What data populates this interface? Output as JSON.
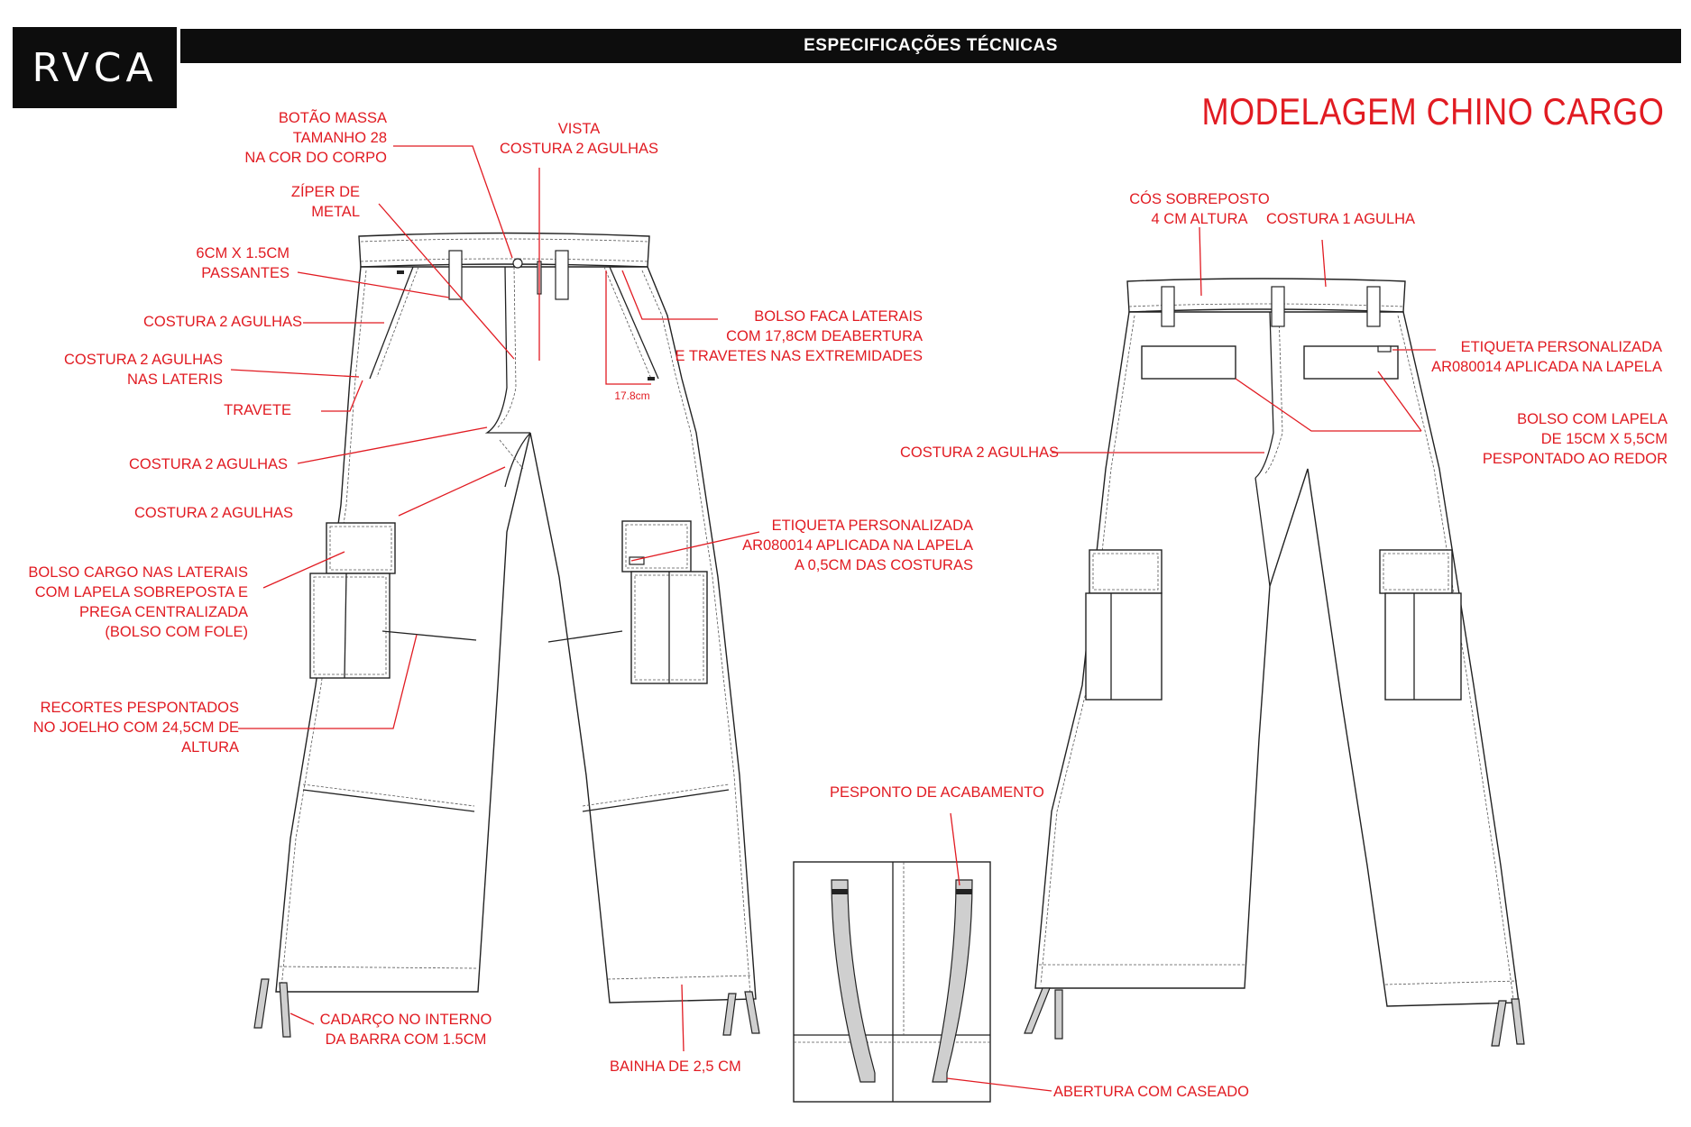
{
  "header": {
    "logo_text": "RVCA",
    "bar_title": "ESPECIFICAÇÕES TÉCNICAS",
    "main_title": "MODELAGEM CHINO CARGO"
  },
  "front_labels": {
    "botao": "BOTÃO MASSA\nTAMANHO 28\nNA COR DO CORPO",
    "vista": "VISTA\nCOSTURA 2 AGULHAS",
    "ziper": "ZÍPER DE\nMETAL",
    "passantes": "6CM X 1.5CM\nPASSANTES",
    "costura_2_agulhas_1": "COSTURA 2 AGULHAS",
    "costura_laterais": "COSTURA 2 AGULHAS\nNAS LATERIS",
    "travete": "TRAVETE",
    "costura_2_agulhas_2": "COSTURA 2 AGULHAS",
    "costura_2_agulhas_3": "COSTURA 2 AGULHAS",
    "bolso_cargo": "BOLSO CARGO NAS LATERAIS\nCOM LAPELA SOBREPOSTA E\nPREGA CENTRALIZADA\n(BOLSO COM FOLE)",
    "recortes": "RECORTES PESPONTADOS\nNO JOELHO COM 24,5CM DE\nALTURA",
    "cadarco": "CADARÇO NO INTERNO\nDA BARRA COM 1.5CM",
    "bolso_faca": "BOLSO FACA LATERAIS\nCOM 17,8CM DEABERTURA\nE TRAVETES NAS EXTREMIDADES",
    "bolso_faca_dim": "17.8cm",
    "etiqueta_frente": "ETIQUETA PERSONALIZADA\nAR080014 APLICADA NA LAPELA\nA 0,5CM DAS COSTURAS",
    "bainha": "BAINHA DE 2,5 CM"
  },
  "detail_labels": {
    "pesponto": "PESPONTO DE ACABAMENTO",
    "abertura": "ABERTURA COM CASEADO"
  },
  "back_labels": {
    "cos": "CÓS SOBREPOSTO\n4 CM ALTURA",
    "costura_1_agulha": "COSTURA 1 AGULHA",
    "etiqueta_costas": "ETIQUETA PERSONALIZADA\nAR080014 APLICADA NA LAPELA",
    "bolso_lapela": "BOLSO COM LAPELA\nDE 15CM X 5,5CM\nPESPONTADO AO REDOR",
    "costura_2_agulhas_costas": "COSTURA 2 AGULHAS"
  },
  "tag_text": "RVCA",
  "colors": {
    "accent": "#e11b22",
    "ink": "#222222",
    "bar": "#0d0d0d",
    "strap": "#cfcfcf"
  }
}
